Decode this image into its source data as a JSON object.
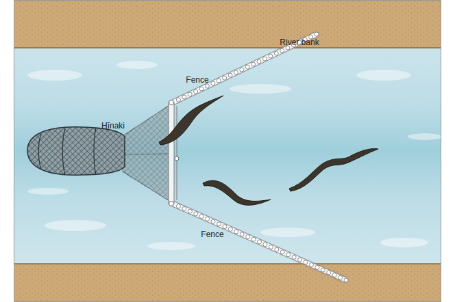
{
  "diagram": {
    "labels": [
      "River bank",
      "Fence",
      "Hīnaki",
      "Fence"
    ]
  }
}
